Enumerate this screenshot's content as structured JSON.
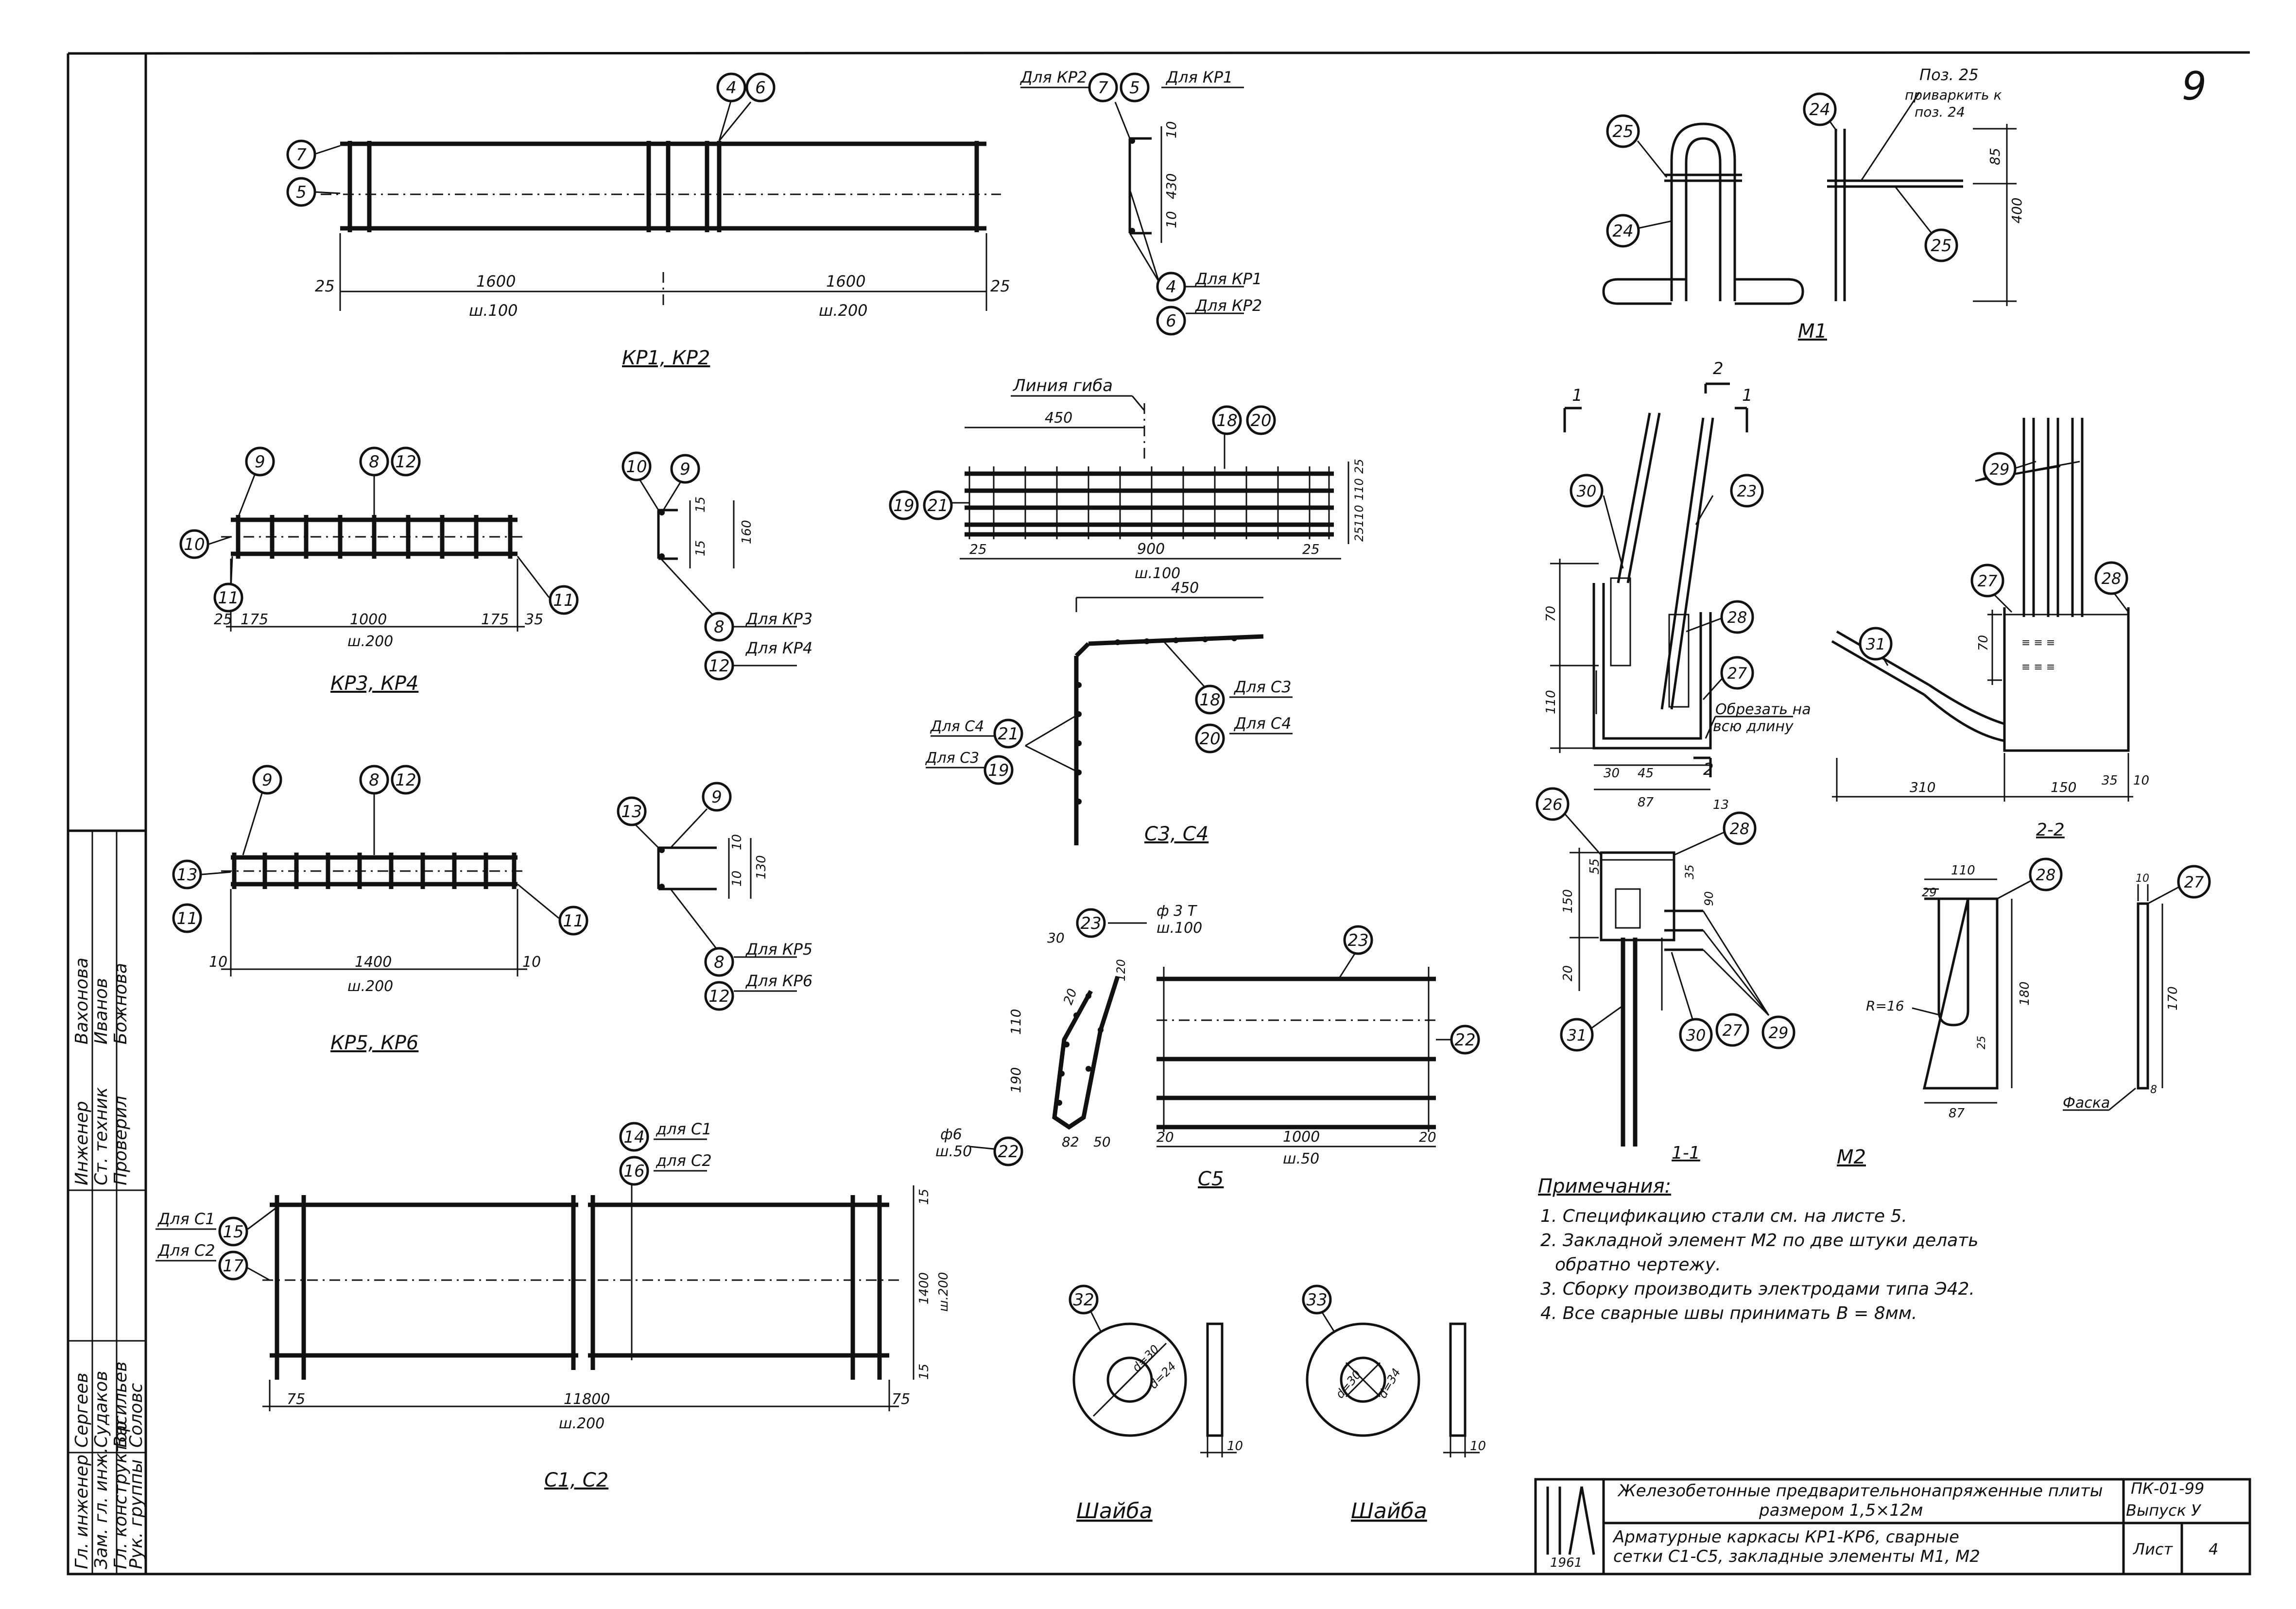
{
  "sheet_number": "9",
  "title_block": {
    "series": "ПК-01-99",
    "issue": "Выпуск У",
    "sheet_label": "Лист",
    "sheet_no": "4",
    "year": "1961",
    "title_line1": "Железобетонные предварительнонапряженные плиты",
    "title_line2": "размером 1,5×12м",
    "subtitle_line1": "Арматурные каркасы КР1-КР6, сварные",
    "subtitle_line2": "сетки С1-С5, закладные элементы М1, М2"
  },
  "side_stamp": {
    "roles": [
      "Гл. инженер",
      "Зам. гл. инж.",
      "Гл. конструктор",
      "Рук. группы",
      "Инженер",
      "Ст. техник",
      "Проверил"
    ],
    "names": [
      "Сергеев",
      "Судаков",
      "Васильев",
      "Соловс",
      "Вахонова",
      "Иванов",
      "Божнова"
    ]
  },
  "notes": {
    "heading": "Примечания:",
    "items": [
      "1. Спецификацию стали см. на листе 5.",
      "2. Закладной элемент М2 по две штуки делать",
      "обратно чертежу.",
      "3. Сборку производить электродами типа Э42.",
      "4. Все сварные швы принимать В = 8мм."
    ]
  },
  "views": {
    "kr12": {
      "caption": "КР1, КР2",
      "dims": [
        "1600",
        "1600",
        "25",
        "25"
      ],
      "pitch": [
        "ш.100",
        "ш.200"
      ],
      "tags": [
        "7",
        "5",
        "4",
        "6"
      ]
    },
    "kr12_section": {
      "labels": [
        "Для КР2",
        "Для КР1",
        "Для КР1",
        "Для КР2"
      ],
      "tags": [
        "7",
        "5",
        "4",
        "6"
      ],
      "dims": [
        "10",
        "430",
        "10"
      ]
    },
    "kr34": {
      "caption": "КР3, КР4",
      "dims": [
        "25",
        "175",
        "1000",
        "175",
        "35"
      ],
      "pitch": "ш.200",
      "tags": [
        "9",
        "8",
        "12",
        "10",
        "11",
        "11"
      ]
    },
    "kr34_section": {
      "labels": [
        "Для КР3",
        "Для КР4"
      ],
      "tags": [
        "10",
        "9",
        "8",
        "12"
      ],
      "dims": [
        "15",
        "160",
        "15"
      ]
    },
    "kr56": {
      "caption": "КР5, КР6",
      "dims": [
        "10",
        "1400",
        "10"
      ],
      "pitch": "ш.200",
      "tags": [
        "9",
        "8",
        "12",
        "13",
        "11",
        "11"
      ]
    },
    "kr56_section": {
      "labels": [
        "Для КР5",
        "Для КР6"
      ],
      "tags": [
        "13",
        "9",
        "8",
        "12"
      ],
      "dims": [
        "10",
        "130",
        "10"
      ]
    },
    "c12": {
      "caption": "С1, С2",
      "dims": [
        "75",
        "11800",
        "75",
        "15",
        "1400",
        "15"
      ],
      "pitch": [
        "ш.200",
        "ш.200"
      ],
      "labels": [
        "Для С1",
        "Для С2",
        "для С1",
        "для С2"
      ],
      "tags": [
        "15",
        "17",
        "14",
        "16"
      ]
    },
    "c34": {
      "caption": "С3, С4",
      "bend_line": "Линия гиба",
      "dims": [
        "450",
        "25",
        "900",
        "25",
        "450",
        "25",
        "110",
        "110",
        "25"
      ],
      "pitch": "ш.100",
      "labels": [
        "Для С3",
        "Для С4",
        "Для С4",
        "Для С3"
      ],
      "tags": [
        "18",
        "20",
        "19",
        "21",
        "18",
        "20",
        "21",
        "19"
      ]
    },
    "c5": {
      "caption": "С5",
      "dims": [
        "30",
        "20",
        "110",
        "190",
        "82",
        "50",
        "20",
        "1000",
        "20",
        "120"
      ],
      "labels": [
        "ф 3 Т",
        "ш.100",
        "ф6",
        "ш.50",
        "ш.50"
      ],
      "tags": [
        "23",
        "22",
        "23",
        "22"
      ]
    },
    "washers": {
      "caption_left": "Шайба",
      "caption_right": "Шайба",
      "tags": [
        "32",
        "33"
      ],
      "dims_left": [
        "d=30",
        "d=24",
        "10"
      ],
      "dims_right": [
        "d=30",
        "d=34",
        "10"
      ]
    },
    "m1": {
      "caption": "М1",
      "note": [
        "Поз. 25",
        "приваркить к",
        "поз. 24"
      ],
      "dims": [
        "85",
        "400"
      ],
      "tags": [
        "25",
        "24",
        "24",
        "25"
      ]
    },
    "m2": {
      "caption": "М2",
      "section_11": "1-1",
      "section_22": "2-2",
      "cut_marks": [
        "1",
        "1",
        "2",
        "2"
      ],
      "note_cut": [
        "Обрезать на",
        "всю длину"
      ],
      "dims_11": [
        "70",
        "110",
        "30",
        "45",
        "87",
        "13"
      ],
      "dims_22": [
        "70",
        "310",
        "150",
        "35",
        "10"
      ],
      "dims_plan": [
        "150",
        "55",
        "20",
        "35",
        "90"
      ],
      "dims_plate": [
        "110",
        "29",
        "R=16",
        "180",
        "25",
        "87",
        "10",
        "170",
        "8"
      ],
      "chamfer": "Фаска",
      "tags": [
        "30",
        "23",
        "28",
        "27",
        "26",
        "28",
        "31",
        "30",
        "27",
        "29",
        "29",
        "31",
        "27",
        "28",
        "28",
        "27"
      ]
    }
  }
}
